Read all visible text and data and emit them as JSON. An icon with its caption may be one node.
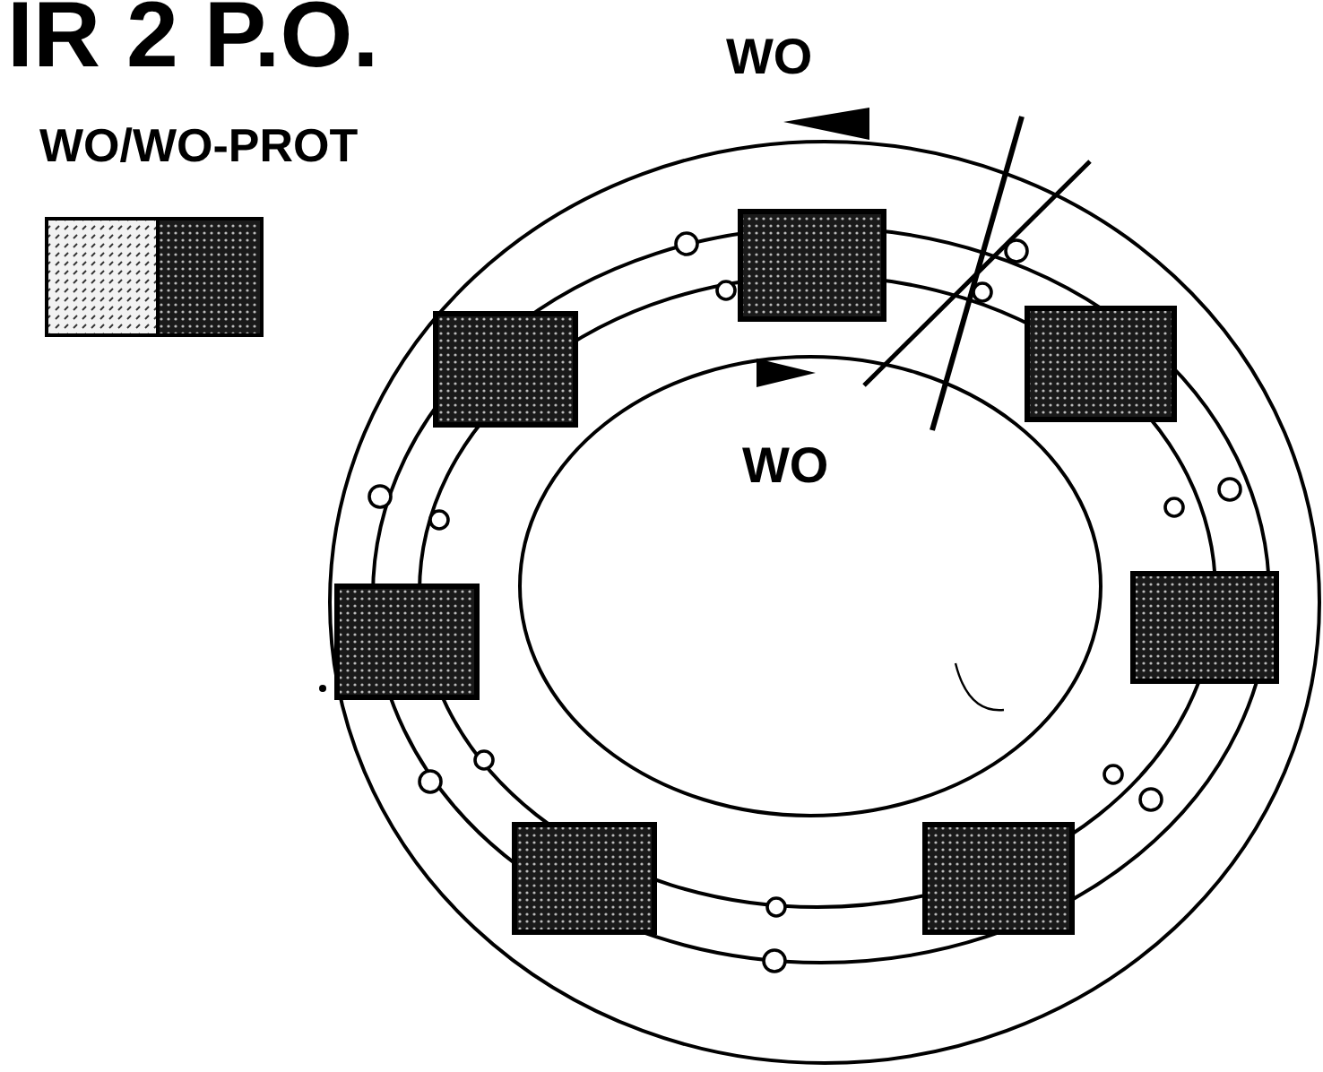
{
  "diagram": {
    "title": "IR 2 P.O.",
    "labels": [
      "WO/WO-PROT",
      "WO",
      "WO"
    ]
  }
}
